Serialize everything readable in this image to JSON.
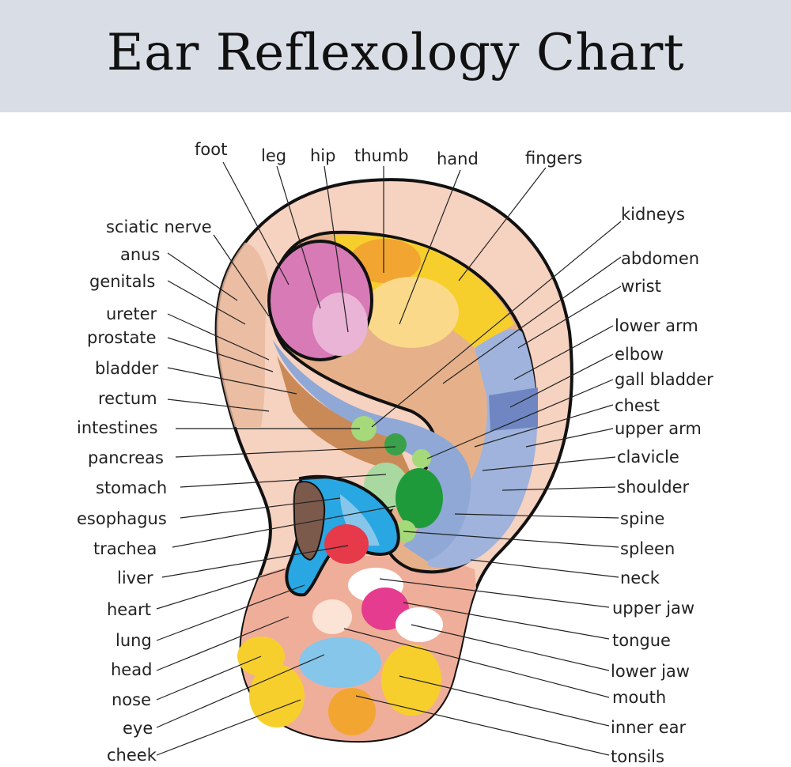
{
  "title": "Ear Reflexology Chart",
  "labels": {
    "top": [
      "foot",
      "leg",
      "hip",
      "thumb",
      "hand",
      "fingers"
    ],
    "left": [
      "sciatic nerve",
      "anus",
      "genitals",
      "ureter",
      "prostate",
      "bladder",
      "rectum",
      "intestines",
      "pancreas",
      "stomach",
      "esophagus",
      "trachea",
      "liver",
      "heart",
      "lung",
      "head",
      "nose",
      "eye",
      "cheek"
    ],
    "right": [
      "kidneys",
      "abdomen",
      "wrist",
      "lower arm",
      "elbow",
      "gall bladder",
      "chest",
      "upper arm",
      "clavicle",
      "shoulder",
      "spine",
      "spleen",
      "neck",
      "upper jaw",
      "tongue",
      "lower jaw",
      "mouth",
      "inner ear",
      "tonsils"
    ]
  },
  "colors": {
    "header_bg": "#d9dee6",
    "skin": "#f6d2c0",
    "helix_blue": "#9fb3dc",
    "yellow": "#f7cf2c",
    "orange": "#f2a530",
    "pink": "#d77ab6",
    "light_pink": "#eab4d6",
    "brown": "#c98a57",
    "tan": "#e6b18a",
    "green": "#3aa14a",
    "light_green": "#a5d97a",
    "cyan": "#29a7e3",
    "red": "#e6394a",
    "magenta": "#e53c8f",
    "light_blue": "#86c6ea"
  }
}
